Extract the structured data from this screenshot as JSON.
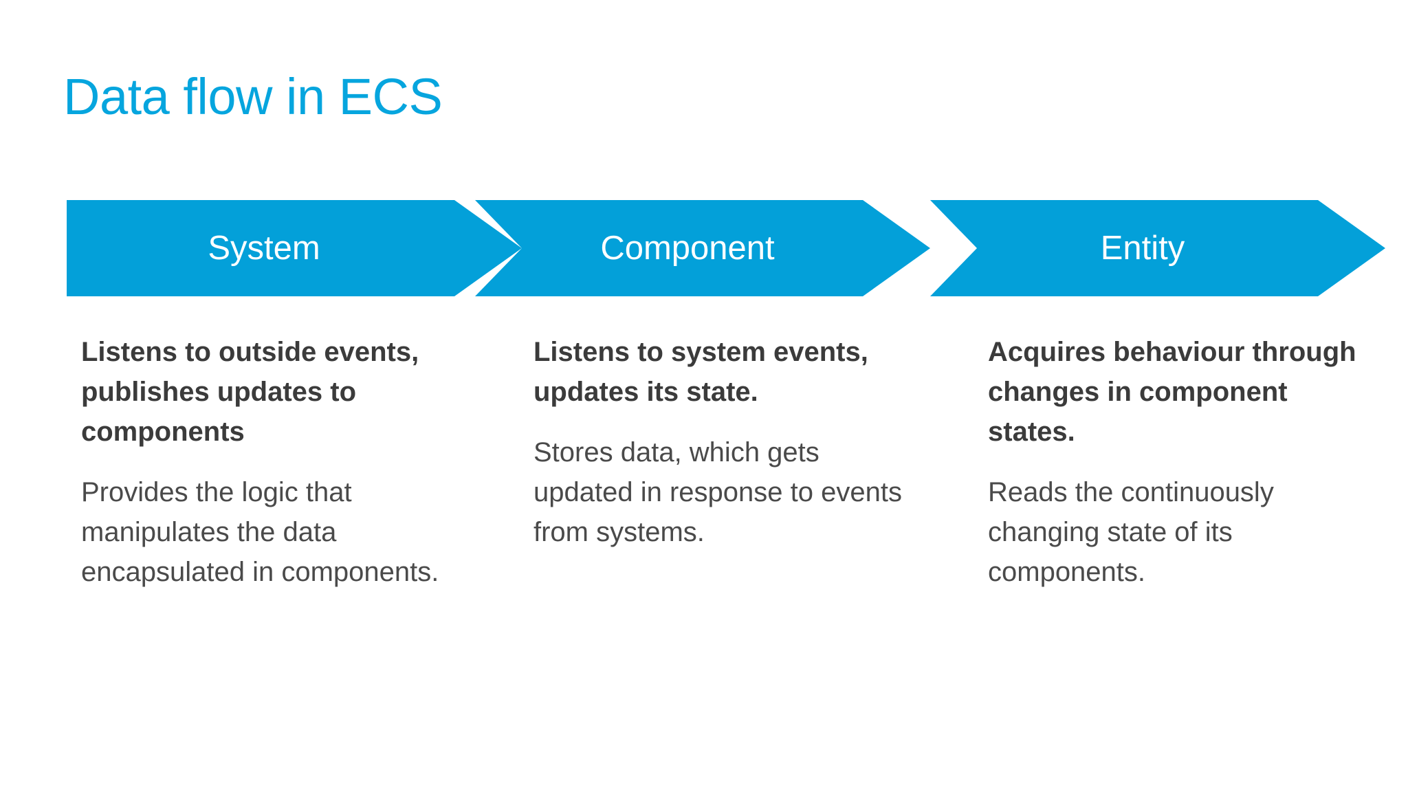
{
  "slide": {
    "title": "Data flow in ECS",
    "title_color": "#06A5DE",
    "background_color": "#ffffff"
  },
  "chevrons": [
    {
      "label": "System",
      "color": "#03A0D9"
    },
    {
      "label": "Component",
      "color": "#03A0D9"
    },
    {
      "label": "Entity",
      "color": "#03A0D9"
    }
  ],
  "columns": [
    {
      "heading": "Listens to outside events, publishes updates to components",
      "body": "Provides the logic that manipulates the data encapsulated in components."
    },
    {
      "heading": "Listens to system events, updates its state.",
      "body": "Stores data, which gets updated in response to events from systems."
    },
    {
      "heading": "Acquires behaviour through changes in component states.",
      "body": "Reads the continuously changing state of its components."
    }
  ]
}
